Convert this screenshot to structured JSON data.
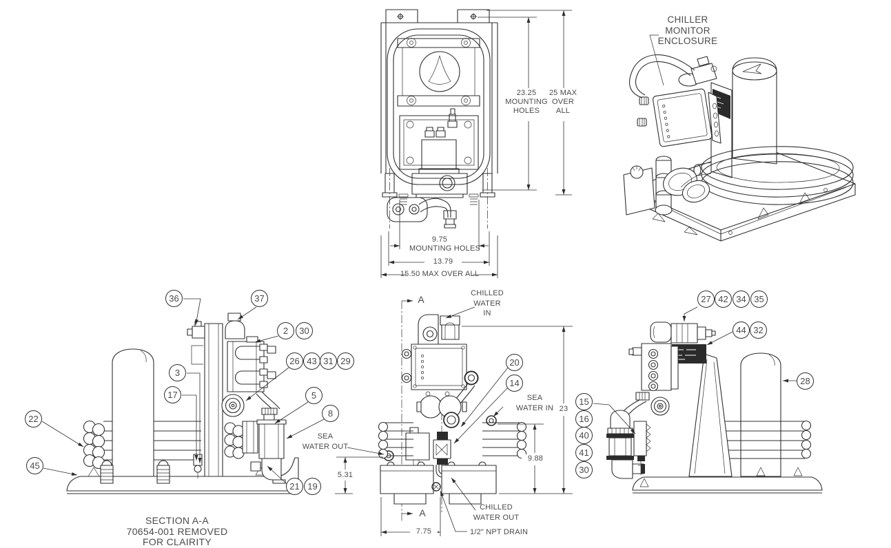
{
  "palette": {
    "background": "#ffffff",
    "line": "#2e2e2e",
    "text": "#4a4a4a"
  },
  "front_view": {
    "dim_mounting_vertical": {
      "value": "23.25",
      "label_line1": "MOUNTING",
      "label_line2": "HOLES"
    },
    "dim_overall_vertical": {
      "value": "25 MAX",
      "label_line1": "OVER",
      "label_line2": "ALL"
    },
    "dim_mounting_horizontal": {
      "value": "9.75",
      "label": "MOUNTING HOLES"
    },
    "dim_frame_width": "13.79",
    "dim_overall_width": "15.50 MAX OVER ALL"
  },
  "iso_view": {
    "callout_line1": "CHILLER",
    "callout_line2": "MONITOR",
    "callout_line3": "ENCLOSURE"
  },
  "section_view": {
    "balloons": [
      "36",
      "37",
      "2",
      "30",
      "26",
      "43",
      "31",
      "29",
      "3",
      "17",
      "5",
      "8",
      "22",
      "45",
      "21",
      "19"
    ],
    "caption_line1": "SECTION A-A",
    "caption_line2": "70654-001 REMOVED",
    "caption_line3": "FOR CLAIRITY"
  },
  "center_view": {
    "section_marker_top": "A",
    "section_marker_bottom": "A",
    "balloons": [
      "20",
      "14"
    ],
    "labels": {
      "chilled_water_in_line1": "CHILLED",
      "chilled_water_in_line2": "WATER",
      "chilled_water_in_line3": "IN",
      "sea_water_in_line1": "SEA",
      "sea_water_in_line2": "WATER IN",
      "sea_water_out_line1": "SEA",
      "sea_water_out_line2": "WATER OUT",
      "chilled_water_out_line1": "CHILLED",
      "chilled_water_out_line2": "WATER OUT",
      "npt_drain": "1/2\" NPT DRAIN"
    },
    "dims": {
      "overall_height": "23",
      "sea_water_in_height": "9.88",
      "sea_water_out_height": "5.31",
      "drain_offset": "7.75"
    }
  },
  "right_view": {
    "balloons_top_row": [
      "27",
      "42",
      "34",
      "35"
    ],
    "balloons_mid_row": [
      "44",
      "32"
    ],
    "balloon_receiver": "28",
    "balloons_left_column": [
      "15",
      "16",
      "40",
      "41",
      "30"
    ]
  }
}
